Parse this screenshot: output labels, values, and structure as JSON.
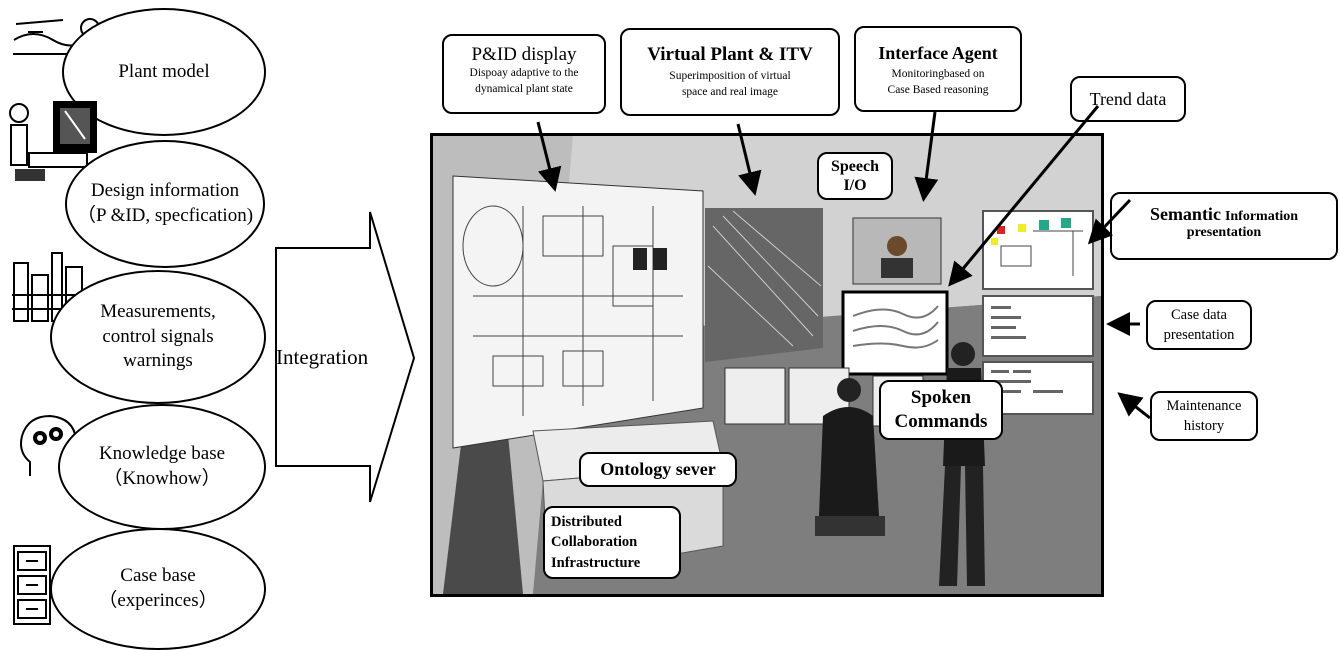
{
  "sources": [
    {
      "id": "plant-model",
      "lines": [
        "Plant model"
      ],
      "icon": "engineer-drawing-icon"
    },
    {
      "id": "design-info",
      "lines": [
        "Design information",
        "（P &ID, specfication)"
      ],
      "icon": "computer-workstation-icon"
    },
    {
      "id": "measurements",
      "lines": [
        "Measurements,",
        "control signals",
        "warnings"
      ],
      "icon": "plant-tower-icon"
    },
    {
      "id": "knowledge",
      "lines": [
        "Knowledge base",
        "（Knowhow）"
      ],
      "icon": "head-gears-icon"
    },
    {
      "id": "case-base",
      "lines": [
        "Case base",
        "（experinces）"
      ],
      "icon": "file-cabinet-icon"
    }
  ],
  "integration": {
    "label": "Integration"
  },
  "callouts": {
    "pid": {
      "title": "P&ID display",
      "desc1": "Dispoay adaptive to the",
      "desc2": "dynamical plant state"
    },
    "virtual": {
      "title": "Virtual Plant & ITV",
      "desc1": "Superimposition of virtual",
      "desc2": "space and real image"
    },
    "agent": {
      "title": "Interface Agent",
      "desc1": "Monitoringbased on",
      "desc2": "Case Based reasoning"
    },
    "trend": {
      "title": "Trend data"
    },
    "semantic": {
      "title_a": "Semantic",
      "title_b": "Information",
      "title_c": "presentation"
    },
    "case_data": {
      "line1": "Case data",
      "line2": "presentation"
    },
    "maintenance": {
      "line1": "Maintenance",
      "line2": "history"
    }
  },
  "scene_labels": {
    "speech": {
      "line1": "Speech",
      "line2": "I/O"
    },
    "spoken": {
      "line1": "Spoken",
      "line2": "Commands"
    },
    "ontology": {
      "text": "Ontology sever"
    },
    "distributed": {
      "line1": "Distributed",
      "line2": "Collaboration",
      "line3": "Infrastructure"
    }
  }
}
